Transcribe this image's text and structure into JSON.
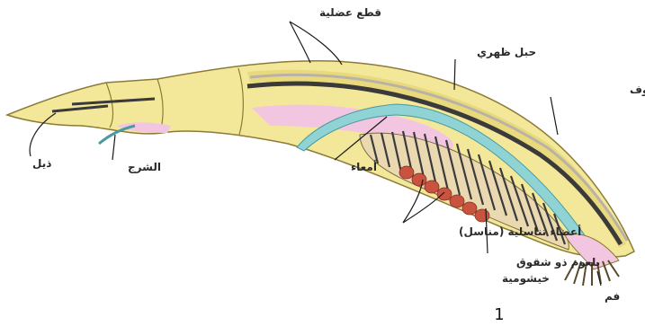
{
  "diagram": {
    "figure_number": "1",
    "labels": {
      "muscle_segments": "قطع عضلية",
      "dorsal_cord": "حبل ظهري",
      "hollow_nerve_cord": "حبل عصبي اجوف",
      "tail": "ذيل",
      "anus": "الشرج",
      "intestine": "أمعاء",
      "gonads": "أعضاء تناسلية (مناسل)",
      "pharynx_line1": "بلعوم ذو شقوق",
      "pharynx_line2": "خيشومية",
      "mouth": "فم"
    },
    "colors": {
      "body": "#f3e89a",
      "body_outline": "#8c7a36",
      "muscle_shade": "#e2cf6a",
      "notochord": "#3a3a3a",
      "nerve_cord": "#b9b2a6",
      "intestine": "#8fd3d4",
      "gill_slits": "#3b3b3b",
      "gonads": "#c8533f",
      "pink_tissue": "#f2c6e0",
      "tentacles": "#5a4a2a"
    }
  }
}
